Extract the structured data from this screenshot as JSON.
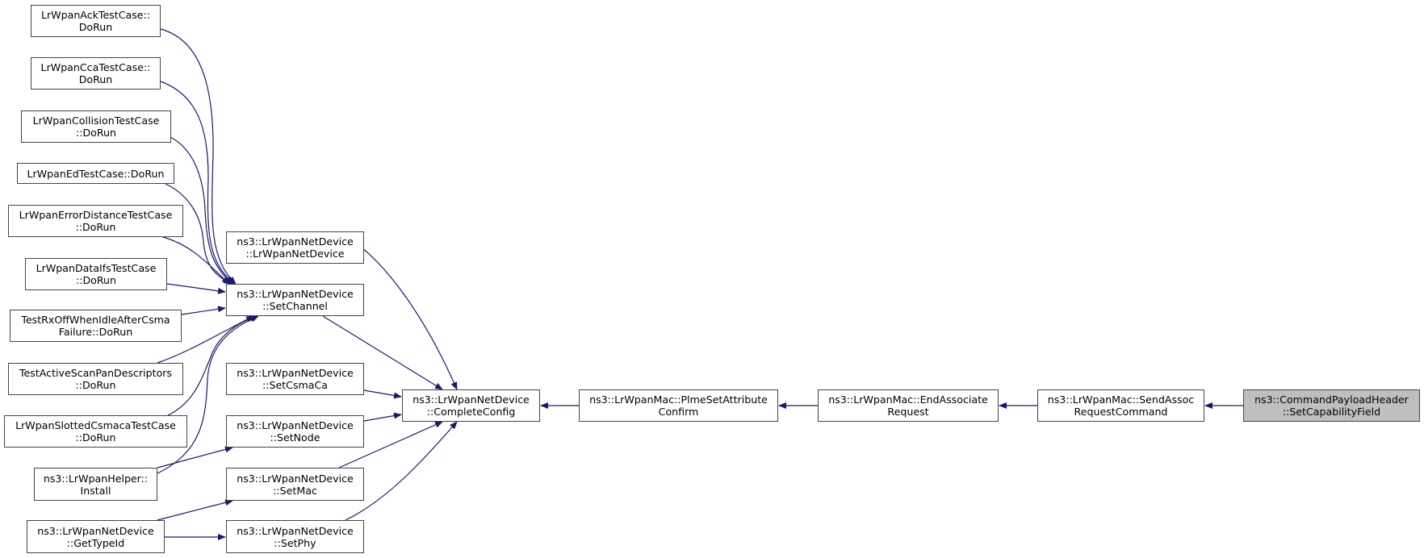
{
  "colors": {
    "edge": "#191970",
    "highlight_fill": "#bfbfbf",
    "node_fill": "#ffffff"
  },
  "nodes": {
    "ack": {
      "l1": "LrWpanAckTestCase::",
      "l2": "DoRun"
    },
    "cca": {
      "l1": "LrWpanCcaTestCase::",
      "l2": "DoRun"
    },
    "collision": {
      "l1": "LrWpanCollisionTestCase",
      "l2": "::DoRun"
    },
    "ed": {
      "l1": "LrWpanEdTestCase::DoRun"
    },
    "errdist": {
      "l1": "LrWpanErrorDistanceTestCase",
      "l2": "::DoRun"
    },
    "dataifs": {
      "l1": "LrWpanDataIfsTestCase",
      "l2": "::DoRun"
    },
    "rxoff": {
      "l1": "TestRxOffWhenIdleAfterCsma",
      "l2": "Failure::DoRun"
    },
    "activescan": {
      "l1": "TestActiveScanPanDescriptors",
      "l2": "::DoRun"
    },
    "slotted": {
      "l1": "LrWpanSlottedCsmacaTestCase",
      "l2": "::DoRun"
    },
    "install": {
      "l1": "ns3::LrWpanHelper::",
      "l2": "Install"
    },
    "gettypeid": {
      "l1": "ns3::LrWpanNetDevice",
      "l2": "::GetTypeId"
    },
    "ctor": {
      "l1": "ns3::LrWpanNetDevice",
      "l2": "::LrWpanNetDevice"
    },
    "setchannel": {
      "l1": "ns3::LrWpanNetDevice",
      "l2": "::SetChannel"
    },
    "setcsmaca": {
      "l1": "ns3::LrWpanNetDevice",
      "l2": "::SetCsmaCa"
    },
    "setnode": {
      "l1": "ns3::LrWpanNetDevice",
      "l2": "::SetNode"
    },
    "setmac": {
      "l1": "ns3::LrWpanNetDevice",
      "l2": "::SetMac"
    },
    "setphy": {
      "l1": "ns3::LrWpanNetDevice",
      "l2": "::SetPhy"
    },
    "completeconfig": {
      "l1": "ns3::LrWpanNetDevice",
      "l2": "::CompleteConfig"
    },
    "plme": {
      "l1": "ns3::LrWpanMac::PlmeSetAttribute",
      "l2": "Confirm"
    },
    "endassoc": {
      "l1": "ns3::LrWpanMac::EndAssociate",
      "l2": "Request"
    },
    "sendassoc": {
      "l1": "ns3::LrWpanMac::SendAssoc",
      "l2": "RequestCommand"
    },
    "target": {
      "l1": "ns3::CommandPayloadHeader",
      "l2": "::SetCapabilityField"
    }
  }
}
